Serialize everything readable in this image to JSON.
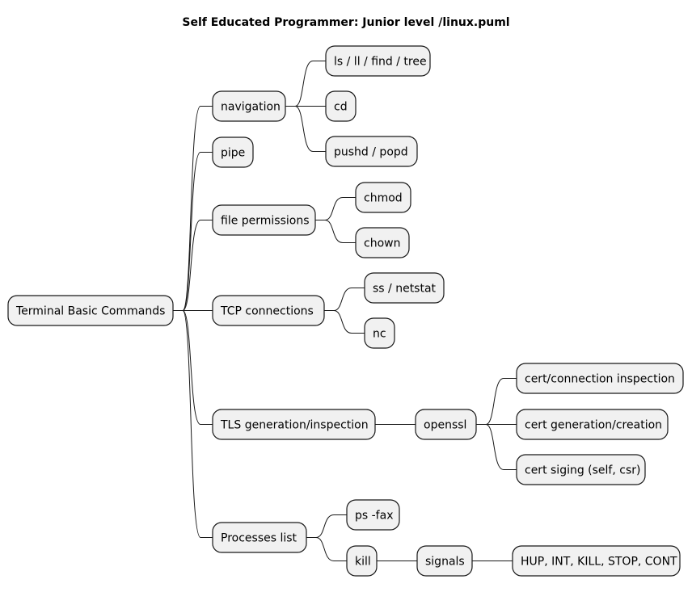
{
  "diagram": {
    "title": "Self Educated Programmer: Junior level /linux.puml",
    "root": {
      "label": "Terminal Basic Commands",
      "children": [
        {
          "label": "navigation",
          "children": [
            {
              "label": "ls / ll / find / tree"
            },
            {
              "label": "cd"
            },
            {
              "label": "pushd / popd"
            }
          ]
        },
        {
          "label": "pipe"
        },
        {
          "label": "file permissions",
          "children": [
            {
              "label": "chmod"
            },
            {
              "label": "chown"
            }
          ]
        },
        {
          "label": "TCP connections",
          "children": [
            {
              "label": "ss / netstat"
            },
            {
              "label": "nc"
            }
          ]
        },
        {
          "label": "TLS generation/inspection",
          "children": [
            {
              "label": "openssl",
              "children": [
                {
                  "label": "cert/connection inspection"
                },
                {
                  "label": "cert generation/creation"
                },
                {
                  "label": "cert siging (self, csr)"
                }
              ]
            }
          ]
        },
        {
          "label": "Processes list",
          "children": [
            {
              "label": "ps -fax"
            },
            {
              "label": "kill",
              "children": [
                {
                  "label": "signals",
                  "children": [
                    {
                      "label": "HUP, INT, KILL, STOP, CONT"
                    }
                  ]
                }
              ]
            }
          ]
        }
      ]
    }
  }
}
